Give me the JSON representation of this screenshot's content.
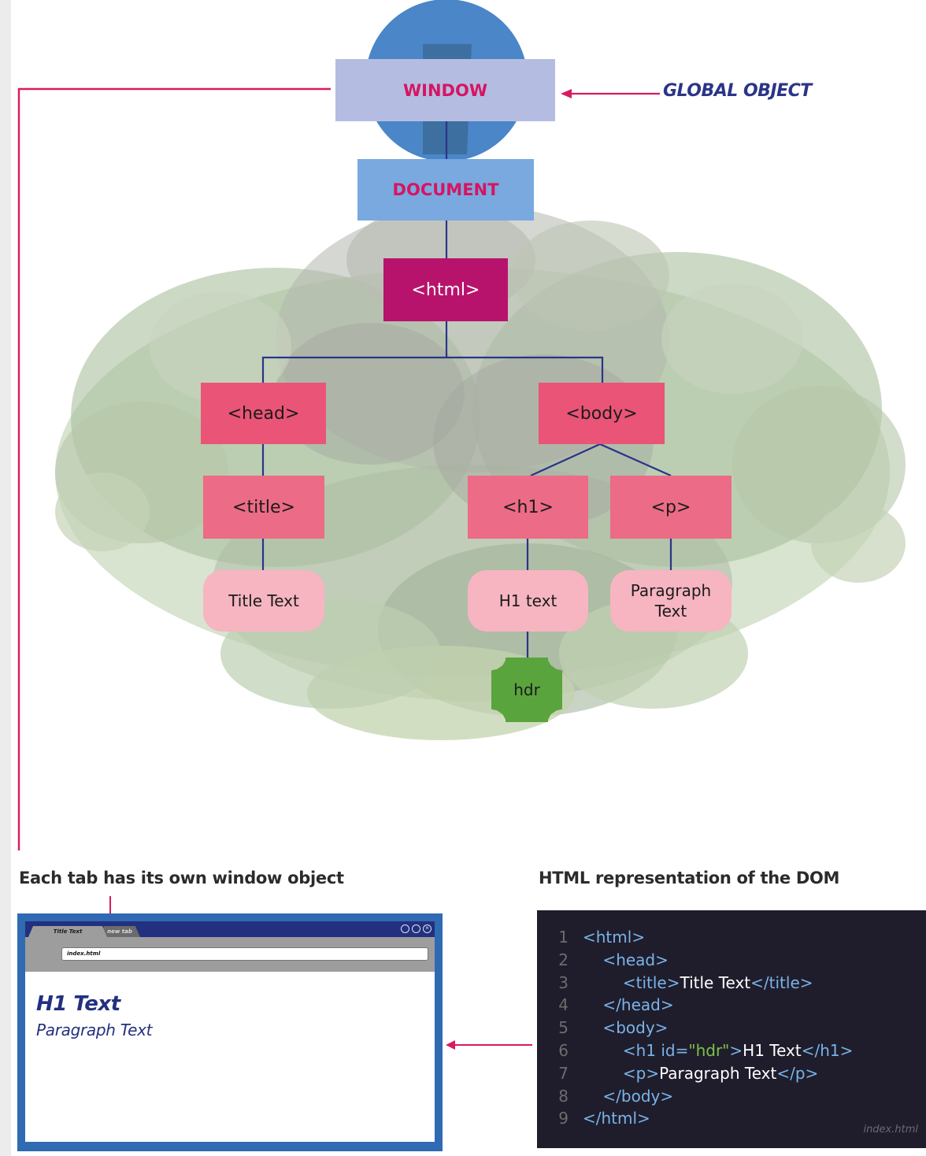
{
  "nodes": {
    "window": "WINDOW",
    "document": "DOCUMENT",
    "html": "<html>",
    "head": "<head>",
    "body": "<body>",
    "title": "<title>",
    "h1": "<h1>",
    "p": "<p>",
    "title_text": "Title Text",
    "h1_text": "H1 text",
    "paragraph_text": "Paragraph Text",
    "hdr": "hdr"
  },
  "global_object_label": "GLOBAL OBJECT",
  "captions": {
    "tabs": "Each tab has its own window object",
    "representation": "HTML representation of the DOM"
  },
  "browser": {
    "tab_active": "Title Text",
    "tab_inactive": "new tab",
    "url": "index.html",
    "h1": "H1 Text",
    "paragraph": "Paragraph Text"
  },
  "code": {
    "filename": "index.html",
    "lines": [
      {
        "num": "1",
        "parts": [
          {
            "text": "<html>",
            "kind": "tag"
          }
        ]
      },
      {
        "num": "2",
        "parts": [
          {
            "text": "    <head>",
            "kind": "tag"
          }
        ]
      },
      {
        "num": "3",
        "parts": [
          {
            "text": "        <title>",
            "kind": "tag"
          },
          {
            "text": "Title Text",
            "kind": "text"
          },
          {
            "text": "</title>",
            "kind": "tag"
          }
        ]
      },
      {
        "num": "4",
        "parts": [
          {
            "text": "    </head>",
            "kind": "tag"
          }
        ]
      },
      {
        "num": "5",
        "parts": [
          {
            "text": "    <body>",
            "kind": "tag"
          }
        ]
      },
      {
        "num": "6",
        "parts": [
          {
            "text": "        <h1 id=",
            "kind": "tag"
          },
          {
            "text": "\"hdr\"",
            "kind": "string"
          },
          {
            "text": ">",
            "kind": "tag"
          },
          {
            "text": "H1 Text",
            "kind": "text"
          },
          {
            "text": "</h1>",
            "kind": "tag"
          }
        ]
      },
      {
        "num": "7",
        "parts": [
          {
            "text": "        <p>",
            "kind": "tag"
          },
          {
            "text": "Paragraph Text",
            "kind": "text"
          },
          {
            "text": "</p>",
            "kind": "tag"
          }
        ]
      },
      {
        "num": "8",
        "parts": [
          {
            "text": "    </body>",
            "kind": "tag"
          }
        ]
      },
      {
        "num": "9",
        "parts": [
          {
            "text": "</html>",
            "kind": "tag"
          }
        ]
      }
    ]
  },
  "colors": {
    "accent_pink": "#d61463",
    "connector_blue": "#2a3588",
    "arrow_red": "#d81b60",
    "tree_green": "#a9c295"
  }
}
